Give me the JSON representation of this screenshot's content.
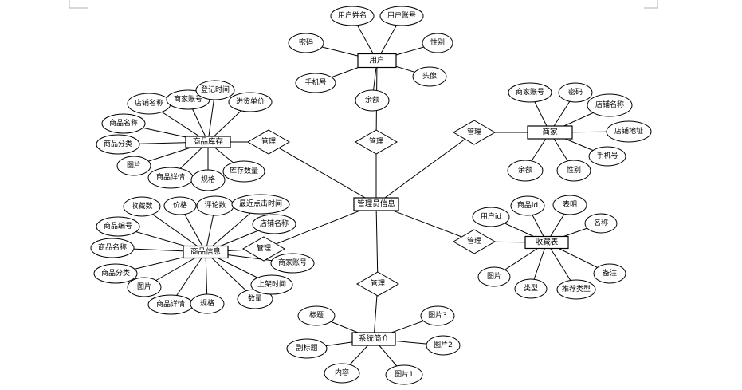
{
  "diagram": {
    "entities": [
      {
        "id": "admin",
        "label": "管理员信息"
      },
      {
        "id": "user",
        "label": "用户"
      },
      {
        "id": "merchant",
        "label": "商家"
      },
      {
        "id": "stock",
        "label": "商品库存"
      },
      {
        "id": "goods",
        "label": "商品信息"
      },
      {
        "id": "favorites",
        "label": "收藏表"
      },
      {
        "id": "intro",
        "label": "系统简介"
      }
    ],
    "relationships": [
      {
        "id": "rel-user",
        "label": "管理",
        "links": [
          "admin",
          "user"
        ]
      },
      {
        "id": "rel-merchant",
        "label": "管理",
        "links": [
          "admin",
          "merchant"
        ]
      },
      {
        "id": "rel-stock",
        "label": "管理",
        "links": [
          "admin",
          "stock"
        ]
      },
      {
        "id": "rel-goods",
        "label": "管理",
        "links": [
          "admin",
          "goods"
        ]
      },
      {
        "id": "rel-favorites",
        "label": "管理",
        "links": [
          "admin",
          "favorites"
        ]
      },
      {
        "id": "rel-intro",
        "label": "管理",
        "links": [
          "admin",
          "intro"
        ]
      }
    ],
    "attributes": [
      {
        "entity": "user",
        "label": "用户姓名"
      },
      {
        "entity": "user",
        "label": "用户账号"
      },
      {
        "entity": "user",
        "label": "密码"
      },
      {
        "entity": "user",
        "label": "性别"
      },
      {
        "entity": "user",
        "label": "手机号"
      },
      {
        "entity": "user",
        "label": "头像"
      },
      {
        "entity": "user",
        "label": "余额"
      },
      {
        "entity": "merchant",
        "label": "商家账号"
      },
      {
        "entity": "merchant",
        "label": "密码"
      },
      {
        "entity": "merchant",
        "label": "店铺名称"
      },
      {
        "entity": "merchant",
        "label": "店铺地址"
      },
      {
        "entity": "merchant",
        "label": "手机号"
      },
      {
        "entity": "merchant",
        "label": "余额"
      },
      {
        "entity": "merchant",
        "label": "性别"
      },
      {
        "entity": "stock",
        "label": "店铺名称"
      },
      {
        "entity": "stock",
        "label": "商家账号"
      },
      {
        "entity": "stock",
        "label": "登记时间"
      },
      {
        "entity": "stock",
        "label": "进货单价"
      },
      {
        "entity": "stock",
        "label": "商品名称"
      },
      {
        "entity": "stock",
        "label": "商品分类"
      },
      {
        "entity": "stock",
        "label": "图片"
      },
      {
        "entity": "stock",
        "label": "商品详情"
      },
      {
        "entity": "stock",
        "label": "规格"
      },
      {
        "entity": "stock",
        "label": "库存数量"
      },
      {
        "entity": "goods",
        "label": "收藏数"
      },
      {
        "entity": "goods",
        "label": "价格"
      },
      {
        "entity": "goods",
        "label": "评论数"
      },
      {
        "entity": "goods",
        "label": "最近点击时间"
      },
      {
        "entity": "goods",
        "label": "店铺名称"
      },
      {
        "entity": "goods",
        "label": "商品编号"
      },
      {
        "entity": "goods",
        "label": "商品名称"
      },
      {
        "entity": "goods",
        "label": "商品分类"
      },
      {
        "entity": "goods",
        "label": "图片"
      },
      {
        "entity": "goods",
        "label": "商品详情"
      },
      {
        "entity": "goods",
        "label": "规格"
      },
      {
        "entity": "goods",
        "label": "数量"
      },
      {
        "entity": "goods",
        "label": "上架时间"
      },
      {
        "entity": "goods",
        "label": "商家账号"
      },
      {
        "entity": "favorites",
        "label": "用户id"
      },
      {
        "entity": "favorites",
        "label": "商品id"
      },
      {
        "entity": "favorites",
        "label": "表明"
      },
      {
        "entity": "favorites",
        "label": "名称"
      },
      {
        "entity": "favorites",
        "label": "图片"
      },
      {
        "entity": "favorites",
        "label": "类型"
      },
      {
        "entity": "favorites",
        "label": "推荐类型"
      },
      {
        "entity": "favorites",
        "label": "备注"
      },
      {
        "entity": "intro",
        "label": "标题"
      },
      {
        "entity": "intro",
        "label": "副标题"
      },
      {
        "entity": "intro",
        "label": "内容"
      },
      {
        "entity": "intro",
        "label": "图片1"
      },
      {
        "entity": "intro",
        "label": "图片2"
      },
      {
        "entity": "intro",
        "label": "图片3"
      }
    ]
  }
}
